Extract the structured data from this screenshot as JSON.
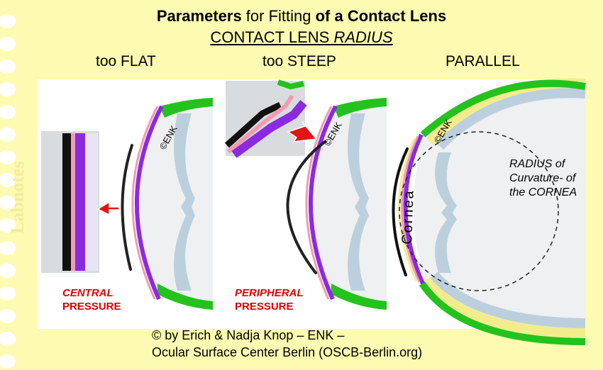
{
  "title": {
    "part1": "Parameters",
    "part2": " for Fitting ",
    "part3": "of a Contact Lens"
  },
  "subtitle": {
    "part1": "CONTACT LENS ",
    "part2": "RADIUS"
  },
  "columns": {
    "flat": "too FLAT",
    "steep": "too STEEP",
    "parallel": "PARALLEL"
  },
  "pressure": {
    "central_top": "CENTRAL",
    "central_bottom": "PRESSURE",
    "peripheral_top": "PERIPHERAL",
    "peripheral_bottom": "PRESSURE"
  },
  "labels": {
    "enk": "©ENK",
    "cornea": "Cornea",
    "radius": "RADIUS of Curvature- of the CORNEA",
    "watermark": "Labnotes"
  },
  "credits": {
    "line1": "© by Erich & Nadja Knop – ENK –",
    "line2": "Ocular Surface Center Berlin (OSCB-Berlin.org)"
  },
  "colors": {
    "note_yellow": "#fdfbb1",
    "tear_pink": "#f29ab4",
    "epithelium_purple": "#8a2be2",
    "conjunctiva_green": "#23c21d",
    "sclera_grey": "#b9cbd6",
    "pressure_red": "#e00000",
    "arrow_red": "#e01515"
  }
}
